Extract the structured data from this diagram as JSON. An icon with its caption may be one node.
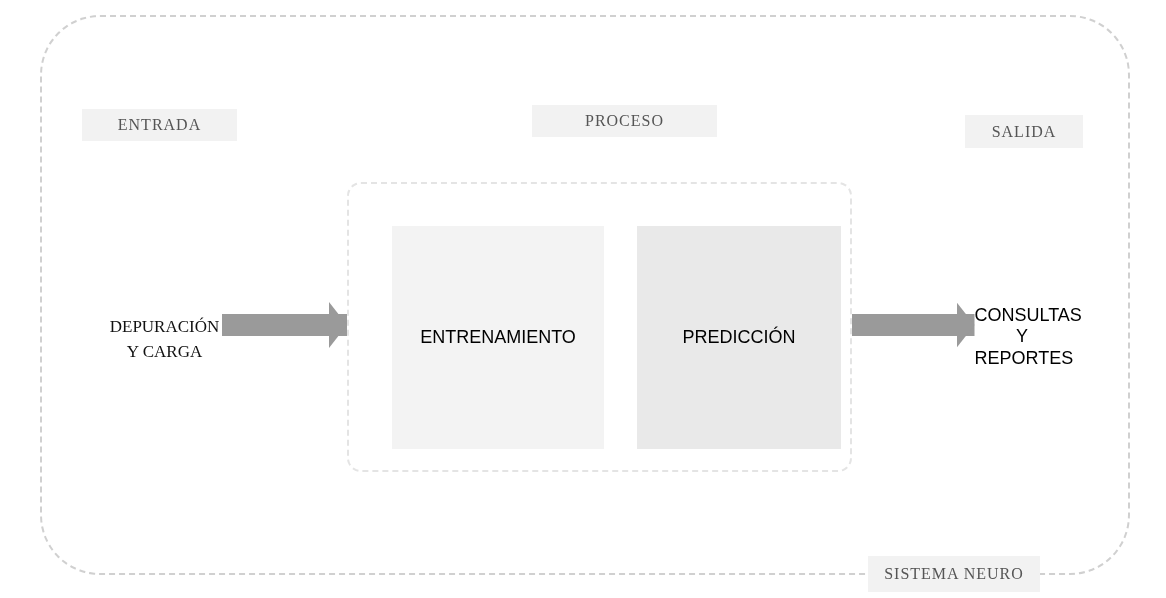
{
  "diagram": {
    "nodes": [
      {
        "text": [],
        "shape": "box"
      },
      {
        "text": [
          "ENTRADA"
        ],
        "in": 0
      },
      {
        "text": [
          "DEPURACIÓN Y CARGA"
        ],
        "in": 0
      },
      {
        "text": [
          "PROCESO"
        ],
        "in": 0
      },
      {
        "text": [],
        "shape": "box",
        "in": 0
      },
      {
        "text": [
          "ENTRENAMIENTO"
        ],
        "in": 4
      },
      {
        "text": [
          "PREDICCIÓN"
        ],
        "in": 4
      },
      {
        "text": [
          "SALIDA"
        ],
        "in": 0
      },
      {
        "text": [
          "CONSULTAS Y REPORTES"
        ],
        "in": 0
      },
      {
        "text": [
          "SISTEMA NEURO"
        ]
      }
    ],
    "edges": [
      {
        "from": 2,
        "to": 4,
        "arrow": "to"
      },
      {
        "from": 4,
        "to": 8,
        "arrow": "to"
      }
    ]
  }
}
